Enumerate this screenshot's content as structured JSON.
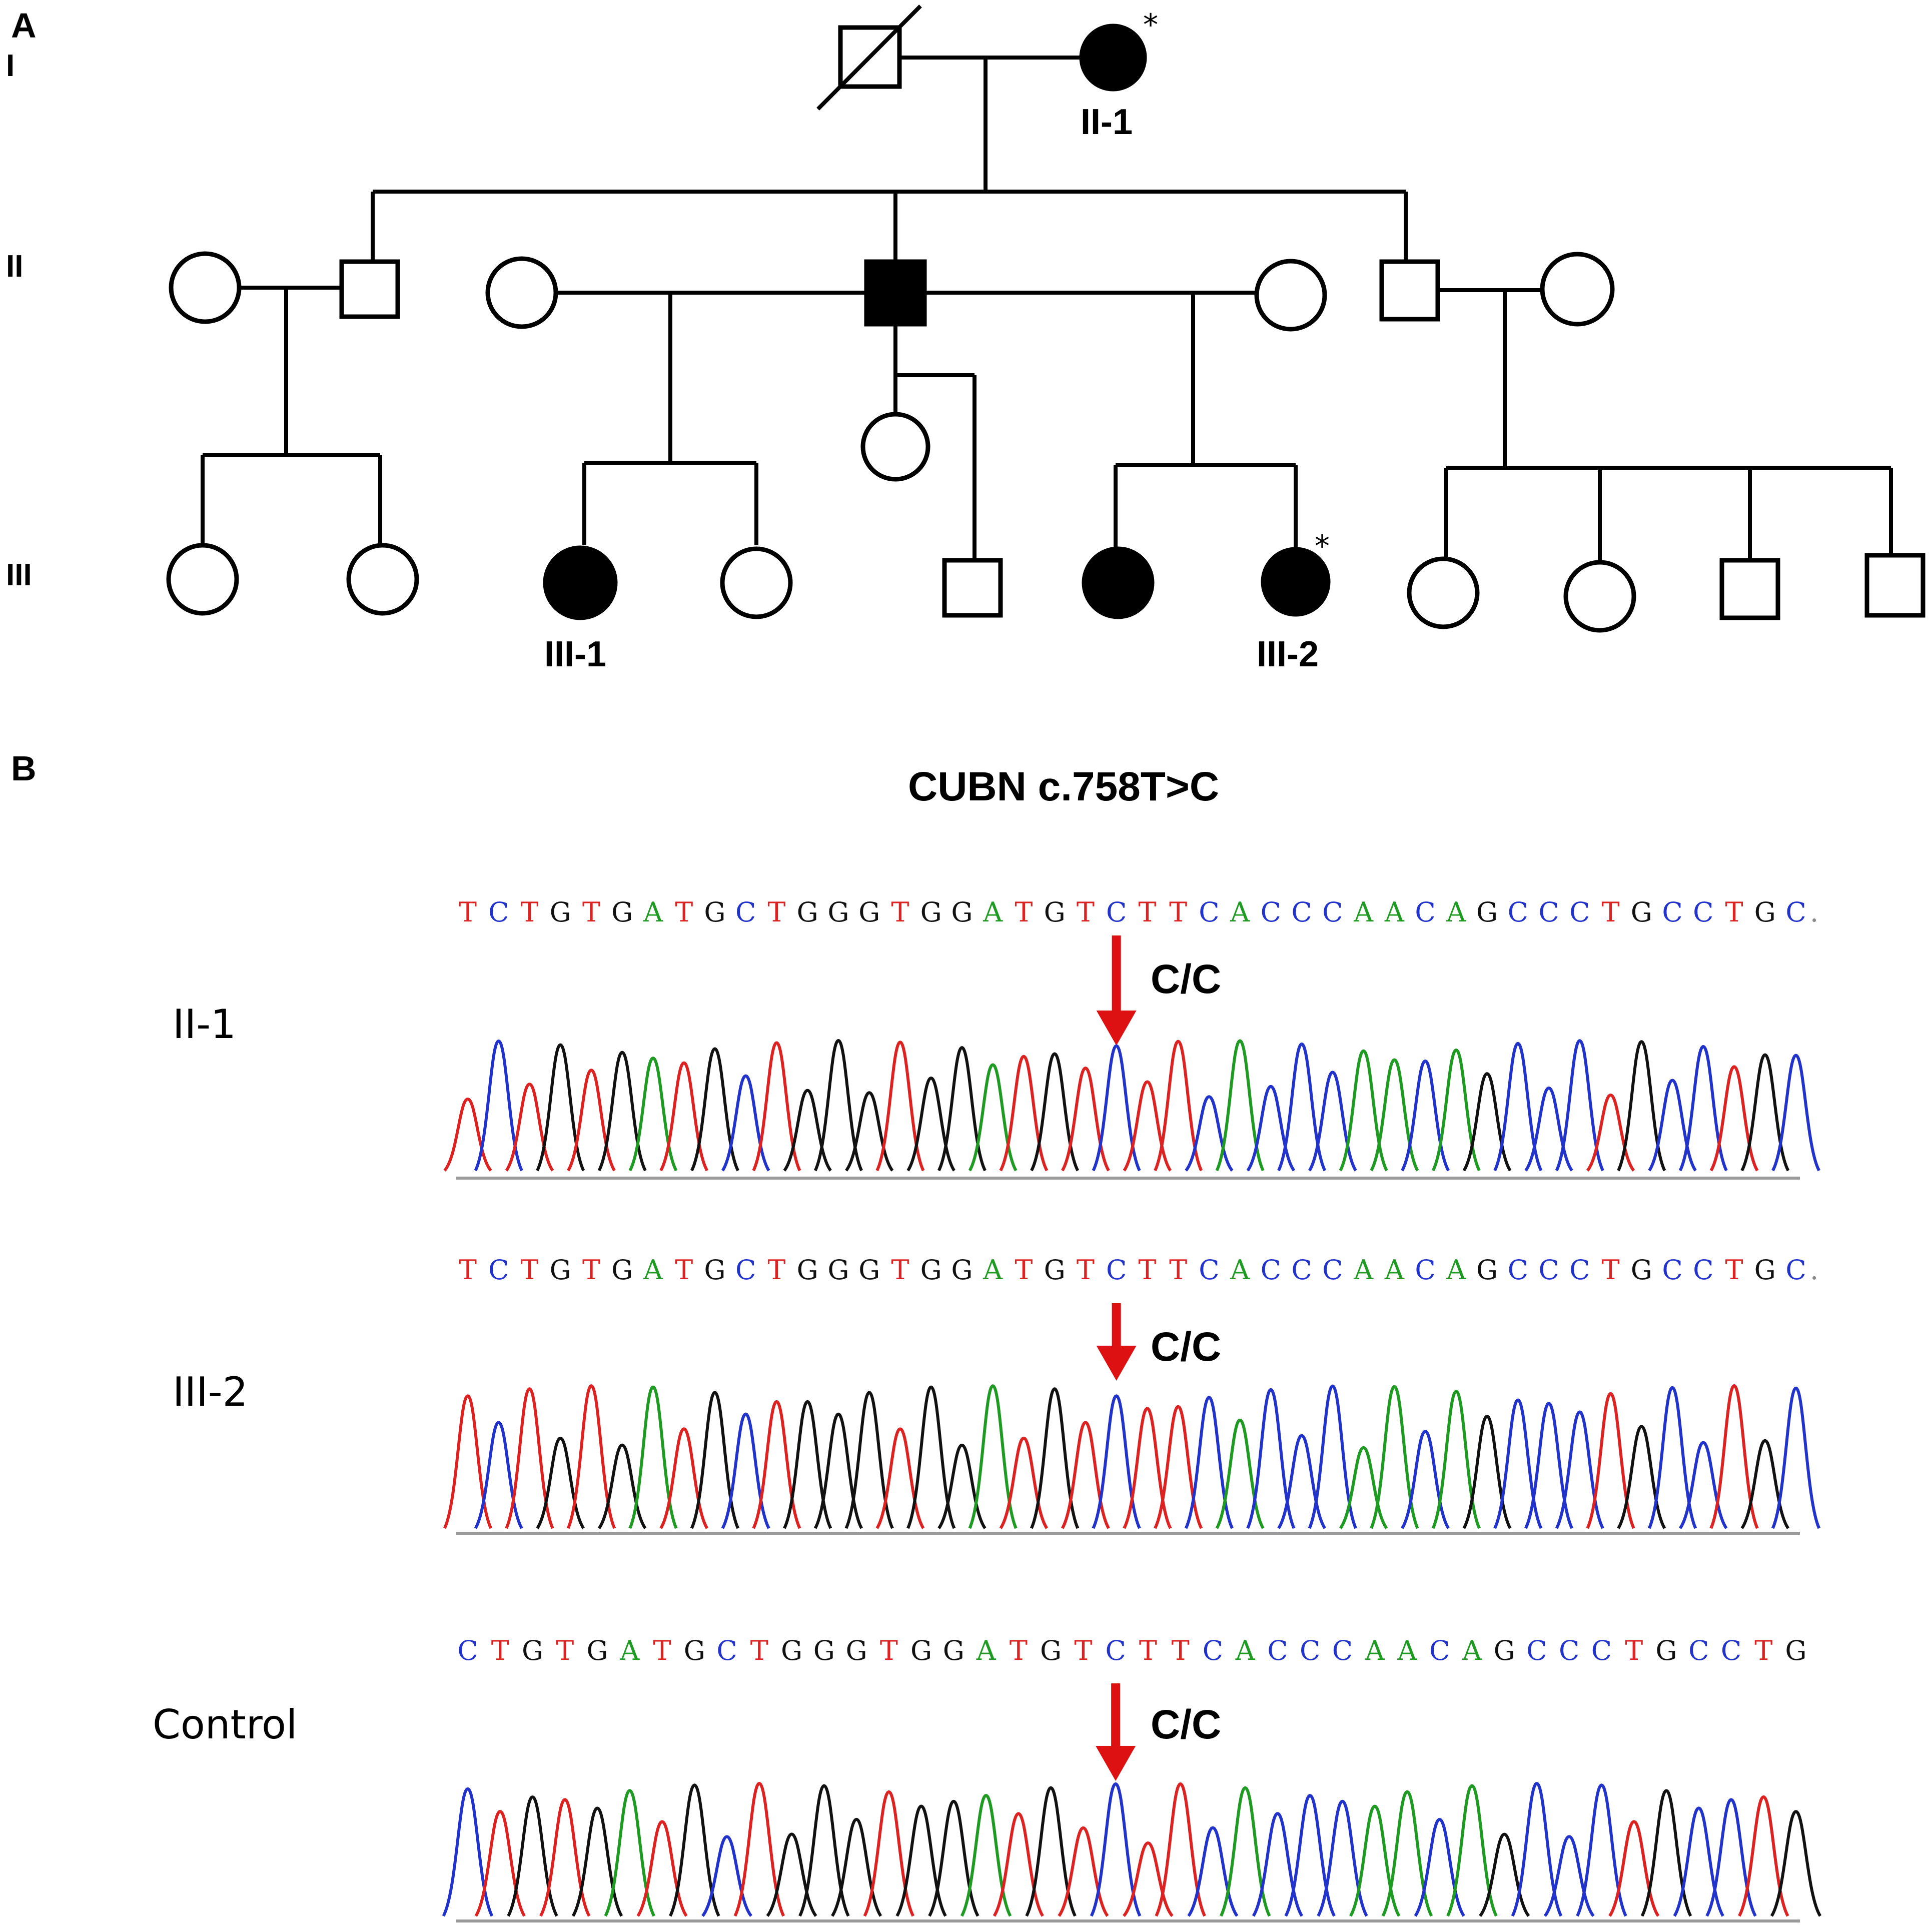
{
  "panel_a": {
    "label": "A",
    "generations": [
      "I",
      "II",
      "III"
    ],
    "proband_labels": [
      "II-1",
      "III-1",
      "III-2"
    ],
    "asterisk": "*"
  },
  "panel_b": {
    "label": "B",
    "title": "CUBN c.758T>C",
    "traces": [
      {
        "sample": "II-1",
        "sequence": "TCTGTGATGCTGGGTGGATGTCTTCACCCAACAGCCCTGCCTGC",
        "trailing": ".",
        "genotype": "C/C",
        "arrow_index": 21
      },
      {
        "sample": "III-2",
        "sequence": "TCTGTGATGCTGGGTGGATGTCTTCACCCAACAGCCCTGCCTGC",
        "trailing": ".",
        "genotype": "C/C",
        "arrow_index": 21
      },
      {
        "sample": "Control",
        "sequence": "CTGTGATGCTGGGTGGATGTCTTCACCCAACAGCCCTGCCTG",
        "trailing": "",
        "genotype": "C/C",
        "arrow_index": 20
      }
    ],
    "base_colors": {
      "A": "#1f9a22",
      "C": "#2233cc",
      "G": "#111111",
      "T": "#dd2222"
    },
    "arrow_color": "#dd1111"
  }
}
